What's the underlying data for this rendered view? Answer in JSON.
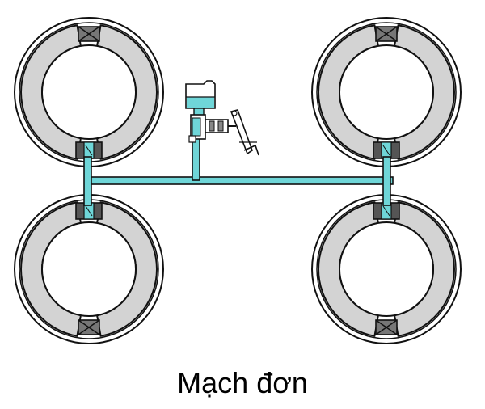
{
  "caption": "Mạch đơn",
  "colors": {
    "fluid": "#6fd6d8",
    "shoe": "#d3d3d3",
    "outline": "#111111",
    "anchor": "#777777"
  },
  "wheels": [
    {
      "id": "front-left",
      "cylinder_side": "bottom",
      "anchor_side": "top"
    },
    {
      "id": "front-right",
      "cylinder_side": "bottom",
      "anchor_side": "top"
    },
    {
      "id": "rear-left",
      "cylinder_side": "top",
      "anchor_side": "bottom"
    },
    {
      "id": "rear-right",
      "cylinder_side": "top",
      "anchor_side": "bottom"
    }
  ],
  "components": {
    "reservoir": "reservoir",
    "master_cylinder": "master-cylinder",
    "brake_pedal": "brake-pedal"
  }
}
